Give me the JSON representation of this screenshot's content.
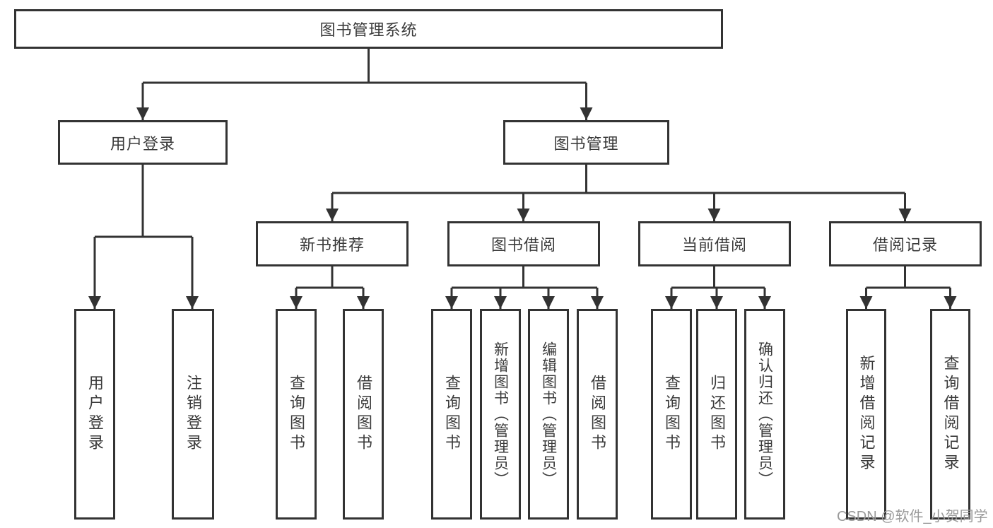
{
  "diagram": {
    "root": {
      "label": "图书管理系统"
    },
    "level2": [
      {
        "label": "用户登录"
      },
      {
        "label": "图书管理"
      }
    ],
    "level3": [
      {
        "label": "新书推荐"
      },
      {
        "label": "图书借阅"
      },
      {
        "label": "当前借阅"
      },
      {
        "label": "借阅记录"
      }
    ],
    "leaves": {
      "user_login": [
        "用户登录",
        "注销登录"
      ],
      "new_book": [
        "查询图书",
        "借阅图书"
      ],
      "book_borrow": [
        "查询图书",
        "新增图书（管理员）",
        "编辑图书（管理员）",
        "借阅图书"
      ],
      "current_borrow": [
        "查询图书",
        "归还图书",
        "确认归还（管理员）"
      ],
      "borrow_records": [
        "新增借阅记录",
        "查询借阅记录"
      ]
    }
  },
  "watermark": {
    "text": "CSDN @软件_小贺同学"
  },
  "colors": {
    "line": "#333333",
    "text": "#3a3a3a",
    "watermark_gray": "#9a9a9a",
    "background": "#ffffff"
  }
}
